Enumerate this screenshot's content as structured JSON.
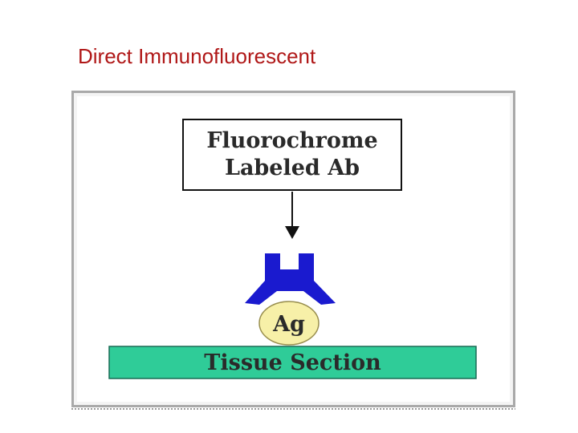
{
  "slide": {
    "title": "Direct Immunofluorescent"
  },
  "diagram": {
    "antibody_box": {
      "line1": "Fluorochrome",
      "line2": "Labeled Ab"
    },
    "antigen_label": "Ag",
    "tissue_label": "Tissue Section"
  },
  "colors": {
    "title": "#b01818",
    "antibody": "#1a1acf",
    "antigen": "#f7f0a8",
    "tissue": "#2fcc98",
    "frame": "#a9a9a9",
    "text": "#2a2a2a"
  }
}
